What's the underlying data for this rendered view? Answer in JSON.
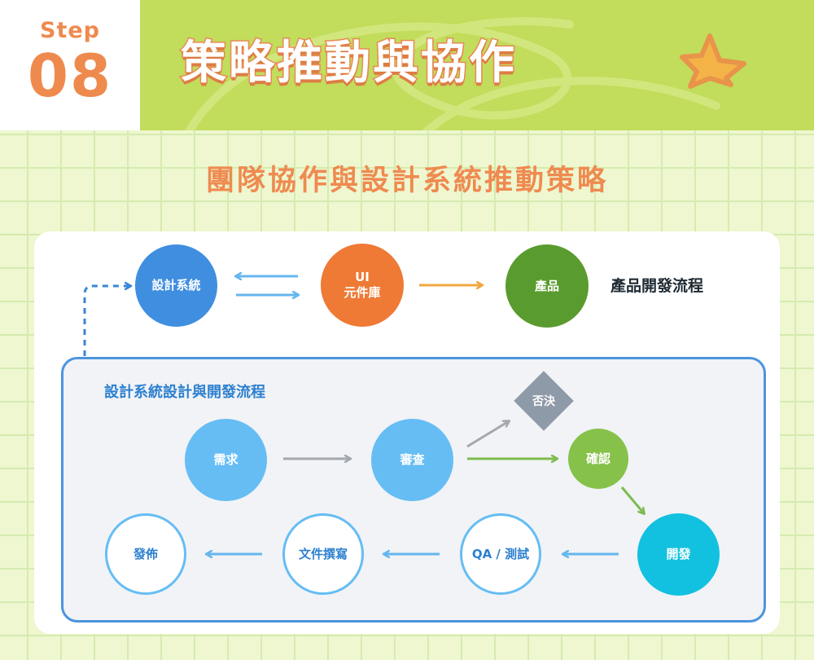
{
  "header": {
    "step_label": "Step",
    "step_number": "08",
    "title": "策略推動與協作"
  },
  "subtitle": "團隊協作與設計系統推動策略",
  "top_flow": {
    "label": "產品開發流程",
    "nodes": {
      "design_system": "設計系統",
      "ui_library_line1": "UI",
      "ui_library_line2": "元件庫",
      "product": "產品"
    }
  },
  "inner_flow": {
    "label": "設計系統設計與開發流程",
    "nodes": {
      "requirement": "需求",
      "review": "審查",
      "reject": "否決",
      "confirm": "確認",
      "develop": "開發",
      "qa": "QA / 測試",
      "documentation": "文件撰寫",
      "release": "發佈"
    }
  },
  "colors": {
    "header_band": "#c2dc5c",
    "accent_orange": "#ef8a50",
    "design_system_node": "#3f8ee0",
    "ui_library_node": "#ee7a35",
    "product_node": "#5a9b2f",
    "light_blue_node": "#66bdf4",
    "confirm_node": "#86c24a",
    "develop_node": "#12c1df",
    "reject_node": "#8f9aa8",
    "panel_border": "#4c95dd",
    "arrow_blue": "#66b6ee",
    "arrow_orange": "#f0a840",
    "arrow_gray": "#a3a8ae",
    "arrow_green": "#7dbb4e"
  }
}
